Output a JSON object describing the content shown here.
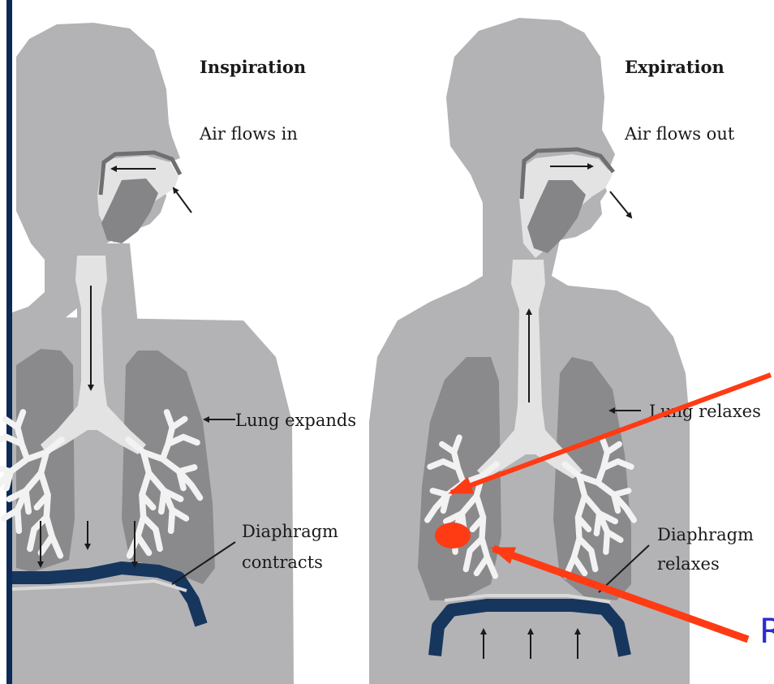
{
  "panels": {
    "inspiration": {
      "title": "Inspiration",
      "airflow": "Air flows in",
      "lung": "Lung expands",
      "diaphragm_line1": "Diaphragm",
      "diaphragm_line2": "contracts"
    },
    "expiration": {
      "title": "Expiration",
      "airflow": "Air flows out",
      "lung": "Lung relaxes",
      "diaphragm_line1": "Diaphragm",
      "diaphragm_line2": "relaxes"
    }
  },
  "annotation": {
    "cut_text": "R"
  },
  "colors": {
    "body": "#b3b3b5",
    "airway": "#e3e3e3",
    "lung": "#8a8a8c",
    "mouth": "#858587",
    "diaphragm": "#17365d",
    "annotation": "#ff3b14",
    "annotation_text": "#2b2bd6",
    "frame": "#0b2a55"
  }
}
